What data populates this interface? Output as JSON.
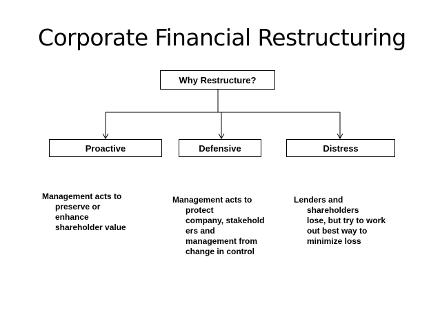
{
  "title": "Corporate Financial Restructuring",
  "root": {
    "label": "Why Restructure?"
  },
  "branches": [
    {
      "label": "Proactive",
      "description_lines": [
        "Management acts to",
        "preserve or",
        "enhance",
        "shareholder value"
      ]
    },
    {
      "label": "Defensive",
      "description_lines": [
        "Management acts to",
        "protect",
        "company, stakehold",
        "ers and",
        "management from",
        "change in control"
      ]
    },
    {
      "label": "Distress",
      "description_lines": [
        "Lenders and",
        "shareholders",
        "lose, but try to work",
        "out best way to",
        "minimize loss"
      ]
    }
  ]
}
